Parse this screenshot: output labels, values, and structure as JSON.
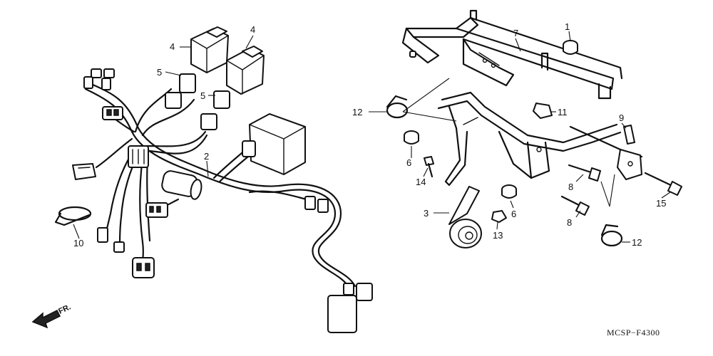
{
  "diagram": {
    "code": "MCSP−F4300",
    "direction_label": "FR."
  },
  "callouts": {
    "c1": "1",
    "c2": "2",
    "c3": "3",
    "c4a": "4",
    "c4b": "4",
    "c5a": "5",
    "c5b": "5",
    "c6a": "6",
    "c6b": "6",
    "c7": "7",
    "c8a": "8",
    "c8b": "8",
    "c9": "9",
    "c10": "10",
    "c11": "11",
    "c12a": "12",
    "c12b": "12",
    "c13": "13",
    "c14": "14",
    "c15": "15"
  }
}
